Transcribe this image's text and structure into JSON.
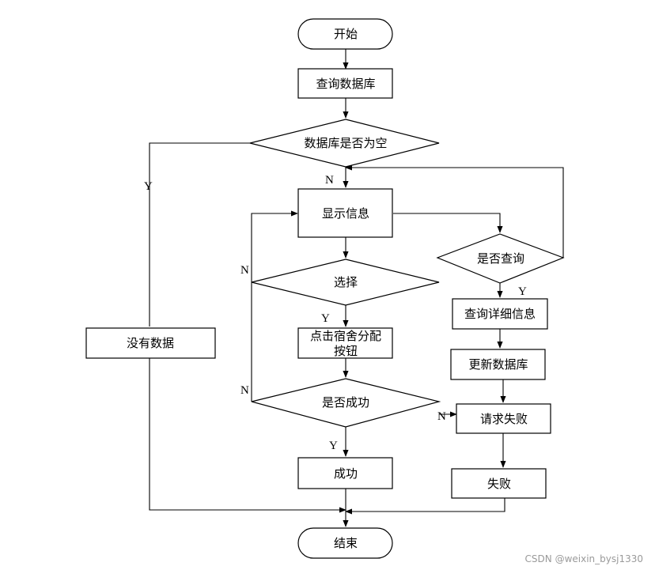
{
  "nodes": {
    "start": "开始",
    "query_db": "查询数据库",
    "db_empty": "数据库是否为空",
    "show_info": "显示信息",
    "select": "选择",
    "assign_btn_line1": "点击宿舍分配",
    "assign_btn_line2": "按钮",
    "is_success": "是否成功",
    "success": "成功",
    "no_data": "没有数据",
    "is_query": "是否查询",
    "query_detail": "查询详细信息",
    "update_db": "更新数据库",
    "request_fail": "请求失败",
    "fail": "失败",
    "end": "结束"
  },
  "branch_labels": {
    "y": "Y",
    "n": "N"
  },
  "watermark": "CSDN @weixin_bysj1330"
}
